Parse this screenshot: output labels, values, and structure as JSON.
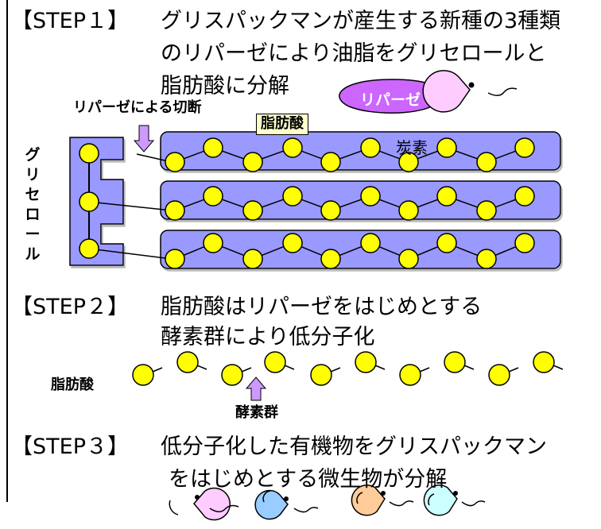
{
  "step1": {
    "tag": "【STEP１】",
    "line1": "グリスパックマンが産生する新種の3種類",
    "line2": "のリパーゼにより油脂をグリセロールと",
    "line3": "脂肪酸に分解"
  },
  "bubble_label": "リパーゼ",
  "cut_label": "リパーゼによる切断",
  "fatty_acid_label": "脂肪酸",
  "carbon_label": "炭素",
  "glycerol_chars": [
    "グ",
    "リ",
    "セ",
    "ロ",
    "ー",
    "ル"
  ],
  "step2": {
    "tag": "【STEP２】",
    "line1": "脂肪酸はリパーゼをはじめとする",
    "line2": "酵素群により低分子化"
  },
  "step2_fatty_acid": "脂肪酸",
  "enzyme_label": "酵素群",
  "step3": {
    "tag": "【STEP３】",
    "line1": "低分子化した有機物をグリスパックマン",
    "line2": "をはじめとする微生物が分解"
  },
  "colors": {
    "atom_fill": "#ffff00",
    "chain_fill": "#9999ff",
    "glycerol_fill": "#9999ff",
    "bubble_fill": "#cc66ff",
    "arrow_fill": "#cc99ff",
    "pacman_pink": "#ffccff",
    "pacman_blue": "#99ccff",
    "pacman_orange": "#ffcc99",
    "pacman_cyan": "#ccffff"
  }
}
